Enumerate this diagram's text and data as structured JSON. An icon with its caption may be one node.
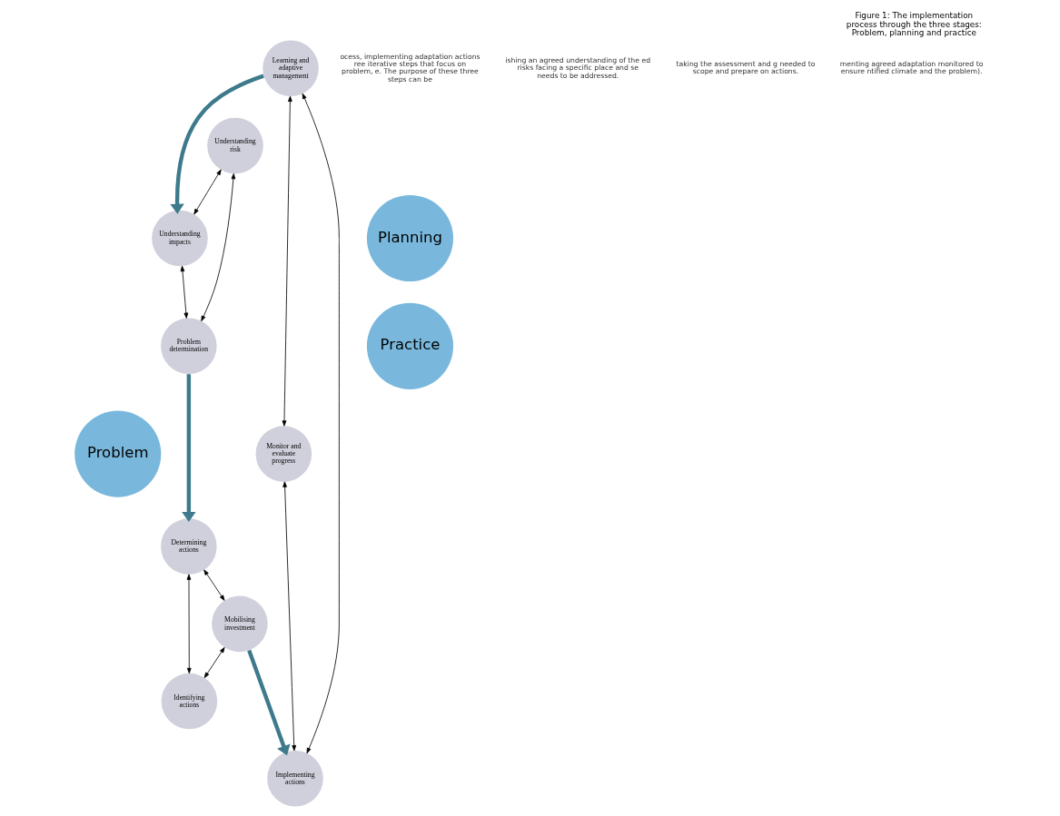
{
  "diagram": {
    "caption": "Figure 1: The implementation process through the three stages: Problem, planning and practice",
    "nodes": [
      {
        "text": [
          "Problem"
        ]
      },
      {
        "text": [
          "Understanding risk"
        ]
      },
      {
        "text": [
          "Understanding impacts"
        ]
      },
      {
        "text": [
          "Problem determination"
        ]
      },
      {
        "text": [
          "Planning"
        ]
      },
      {
        "text": [
          "Determining actions"
        ]
      },
      {
        "text": [
          "Mobilising investment"
        ]
      },
      {
        "text": [
          "Identifying actions"
        ]
      },
      {
        "text": [
          "Practice"
        ]
      },
      {
        "text": [
          "Learning and adaptive management"
        ]
      },
      {
        "text": [
          "Monitor and evaluate progress"
        ]
      },
      {
        "text": [
          "Implementing actions"
        ]
      }
    ],
    "edges": [
      {
        "from": 1,
        "to": 2,
        "arrow": "both"
      },
      {
        "from": 1,
        "to": 3,
        "arrow": "both"
      },
      {
        "from": 2,
        "to": 3,
        "arrow": "both"
      },
      {
        "from": 3,
        "to": 5,
        "arrow": "to",
        "style": "thick",
        "color": "#3d7a8c"
      },
      {
        "from": 5,
        "to": 6,
        "arrow": "both"
      },
      {
        "from": 5,
        "to": 7,
        "arrow": "both"
      },
      {
        "from": 6,
        "to": 7,
        "arrow": "both"
      },
      {
        "from": 6,
        "to": 11,
        "arrow": "to",
        "style": "thick",
        "color": "#3d7a8c"
      },
      {
        "from": 9,
        "to": 10,
        "arrow": "both"
      },
      {
        "from": 9,
        "to": 11,
        "arrow": "both"
      },
      {
        "from": 10,
        "to": 11,
        "arrow": "both"
      },
      {
        "from": 9,
        "to": 2,
        "arrow": "to",
        "style": "thick",
        "color": "#3d7a8c"
      }
    ],
    "labels": [
      "ocess, implementing adaptation actions ree iterative steps that focus on problem, e. The purpose of these three steps can be",
      "ishing an agreed understanding of the ed risks facing a specific place and se needs to be addressed.",
      "taking the assessment and g needed to scope and prepare on actions.",
      "menting agreed adaptation monitored to ensure ntified climate and the problem)."
    ]
  }
}
